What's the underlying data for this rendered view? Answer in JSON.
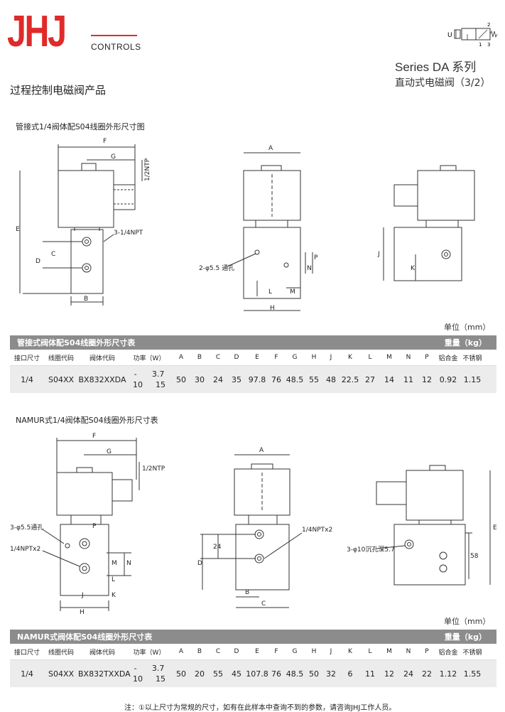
{
  "brand": {
    "logo": "JHJ",
    "sub": "CONTROLS",
    "color": "#e02a2a"
  },
  "header": {
    "product_line": "过程控制电磁阀产品",
    "series": "Series DA 系列",
    "subtitle": "直动式电磁阀（3/2）",
    "symbol": {
      "u": "U",
      "p2": "2",
      "p1": "1",
      "p3": "3"
    }
  },
  "section1": {
    "caption": "管接式1/4阀体配S04线圈外形尺寸图",
    "labels": {
      "F": "F",
      "G": "G",
      "npt_half": "1/2NTP",
      "E": "E",
      "npt_three": "3-1/4NPT",
      "C": "C",
      "D": "D",
      "B": "B",
      "A": "A",
      "hole": "2-φ5.5 通孔",
      "N": "N",
      "P": "P",
      "L": "L",
      "M": "M",
      "H": "H",
      "J": "J",
      "K": "K"
    },
    "unit": "单位（mm）",
    "table": {
      "title": "管接式阀体配S04线圈外形尺寸表",
      "weight": "重量（kg）",
      "columns": [
        "接口尺寸",
        "线圈代码",
        "阀体代码",
        "功率（W）",
        "A",
        "B",
        "C",
        "D",
        "E",
        "F",
        "G",
        "H",
        "J",
        "K",
        "L",
        "M",
        "N",
        "P",
        "铝合金",
        "不锈钢"
      ],
      "row": {
        "port": "1/4",
        "coil": "S04XX",
        "body": "BX832XXDA",
        "power_a1": "-",
        "power_a2": "3.7",
        "power_b1": "10",
        "power_b2": "15",
        "vals": [
          "50",
          "30",
          "24",
          "35",
          "97.8",
          "76",
          "48.5",
          "55",
          "48",
          "22.5",
          "27",
          "14",
          "11",
          "12",
          "0.92",
          "1.15"
        ]
      }
    }
  },
  "section2": {
    "caption": "NAMUR式1/4阀体配S04线圈外形尺寸表",
    "labels": {
      "F": "F",
      "G": "G",
      "npt_half": "1/2NTP",
      "hole": "3-φ5.5通孔",
      "npt_two": "1/4NPTx2",
      "P": "P",
      "N": "N",
      "M": "M",
      "L": "L",
      "J": "J",
      "K": "K",
      "H": "H",
      "A": "A",
      "npt_two_b": "1/4NPTx2",
      "D": "D",
      "d24": "24",
      "B": "B",
      "C": "C",
      "counter": "3-φ10沉孔深5.7",
      "d58": "58",
      "E": "E"
    },
    "unit": "单位（mm）",
    "table": {
      "title": "NAMUR式阀体配S04线圈外形尺寸表",
      "weight": "重量（kg）",
      "columns": [
        "接口尺寸",
        "线圈代码",
        "阀体代码",
        "功率（W）",
        "A",
        "B",
        "C",
        "D",
        "E",
        "F",
        "G",
        "H",
        "J",
        "K",
        "L",
        "M",
        "N",
        "P",
        "铝合金",
        "不锈钢"
      ],
      "row": {
        "port": "1/4",
        "coil": "S04XX",
        "body": "BX832TXXDA",
        "power_a1": "-",
        "power_a2": "3.7",
        "power_b1": "10",
        "power_b2": "15",
        "vals": [
          "50",
          "20",
          "55",
          "45",
          "107.8",
          "76",
          "48.5",
          "50",
          "32",
          "6",
          "11",
          "12",
          "24",
          "22",
          "1.12",
          "1.55"
        ]
      }
    }
  },
  "note": "注：①以上尺寸为常规的尺寸，如有在此样本中查询不到的参数，请咨询JHJ工作人员。"
}
